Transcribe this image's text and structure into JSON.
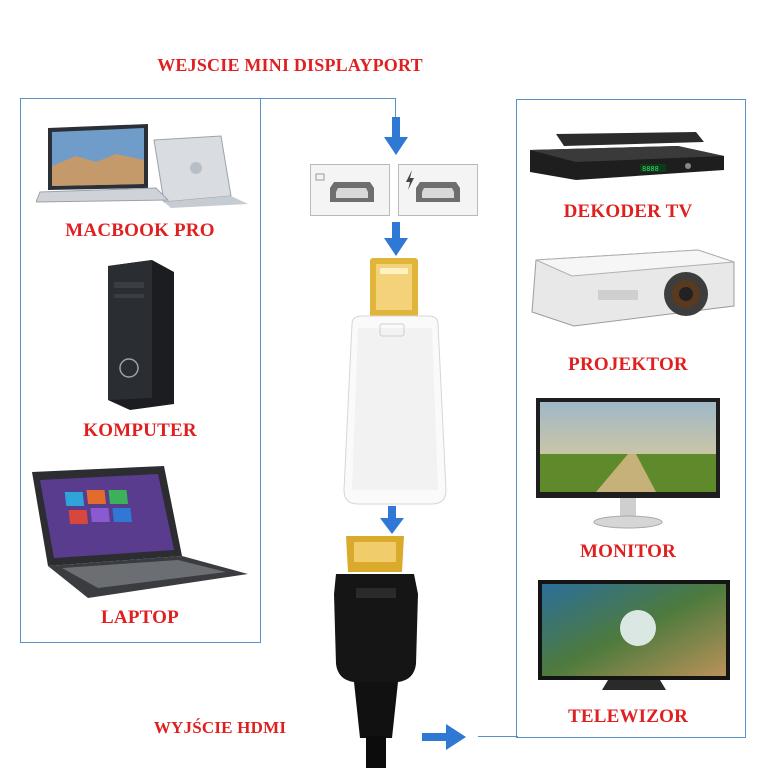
{
  "input_label": "WEJSCIE MINI DISPLAYPORT",
  "output_label": "WYJŚCIE HDMI",
  "sources": [
    {
      "label": "MACBOOK PRO",
      "icon": "macbook-icon"
    },
    {
      "label": "KOMPUTER",
      "icon": "desktop-computer-icon"
    },
    {
      "label": "LAPTOP",
      "icon": "laptop-icon"
    }
  ],
  "targets": [
    {
      "label": "DEKODER TV",
      "icon": "tv-decoder-icon"
    },
    {
      "label": "PROJEKTOR",
      "icon": "projector-icon"
    },
    {
      "label": "MONITOR",
      "icon": "monitor-icon"
    },
    {
      "label": "TELEWIZOR",
      "icon": "television-icon"
    }
  ],
  "colors": {
    "label_red": "#e02020",
    "frame_blue": "#5b8fc7",
    "arrow_blue": "#2f78d4",
    "gold": "#e0b53a"
  }
}
